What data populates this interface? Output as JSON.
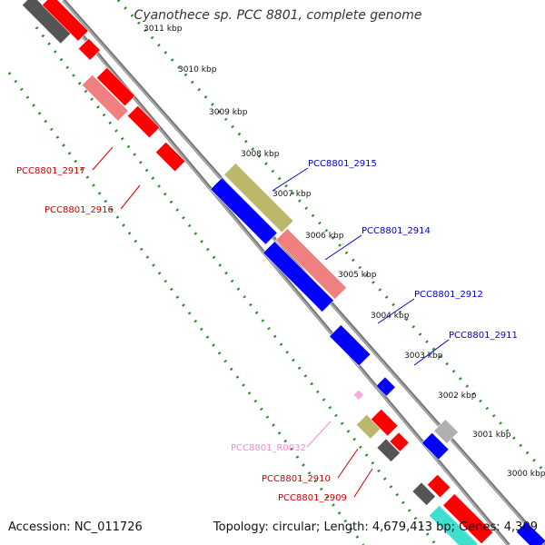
{
  "title": "Cyanothece sp. PCC 8801, complete genome",
  "accession": "Accession: NC_011726",
  "summary": "Topology: circular; Length: 4,679,413 bp; Genes: 4,309",
  "colors": {
    "forward_strand": "#0000ff",
    "reverse_strand": "#ff0000",
    "backbone": "#808080",
    "tick": "#228b22"
  },
  "tick_labels": [
    "3011 kbp",
    "3010 kbp",
    "3009 kbp",
    "3008 kbp",
    "3007 kbp",
    "3006 kbp",
    "3005 kbp",
    "3004 kbp",
    "3003 kbp",
    "3002 kbp",
    "3001 kbp",
    "3000 kbp"
  ],
  "gene_labels": [
    {
      "text": "PCC8801_2915",
      "color": "#0000cc"
    },
    {
      "text": "PCC8801_2914",
      "color": "#0000cc"
    },
    {
      "text": "PCC8801_2912",
      "color": "#0000cc"
    },
    {
      "text": "PCC8801_2911",
      "color": "#0000cc"
    },
    {
      "text": "PCC8801_2917",
      "color": "#cc0000"
    },
    {
      "text": "PCC8801_2916",
      "color": "#cc0000"
    },
    {
      "text": "PCC8801_R0032",
      "color": "#ff88cc"
    },
    {
      "text": "PCC8801_2910",
      "color": "#cc0000"
    },
    {
      "text": "PCC8801_2909",
      "color": "#cc0000"
    }
  ]
}
